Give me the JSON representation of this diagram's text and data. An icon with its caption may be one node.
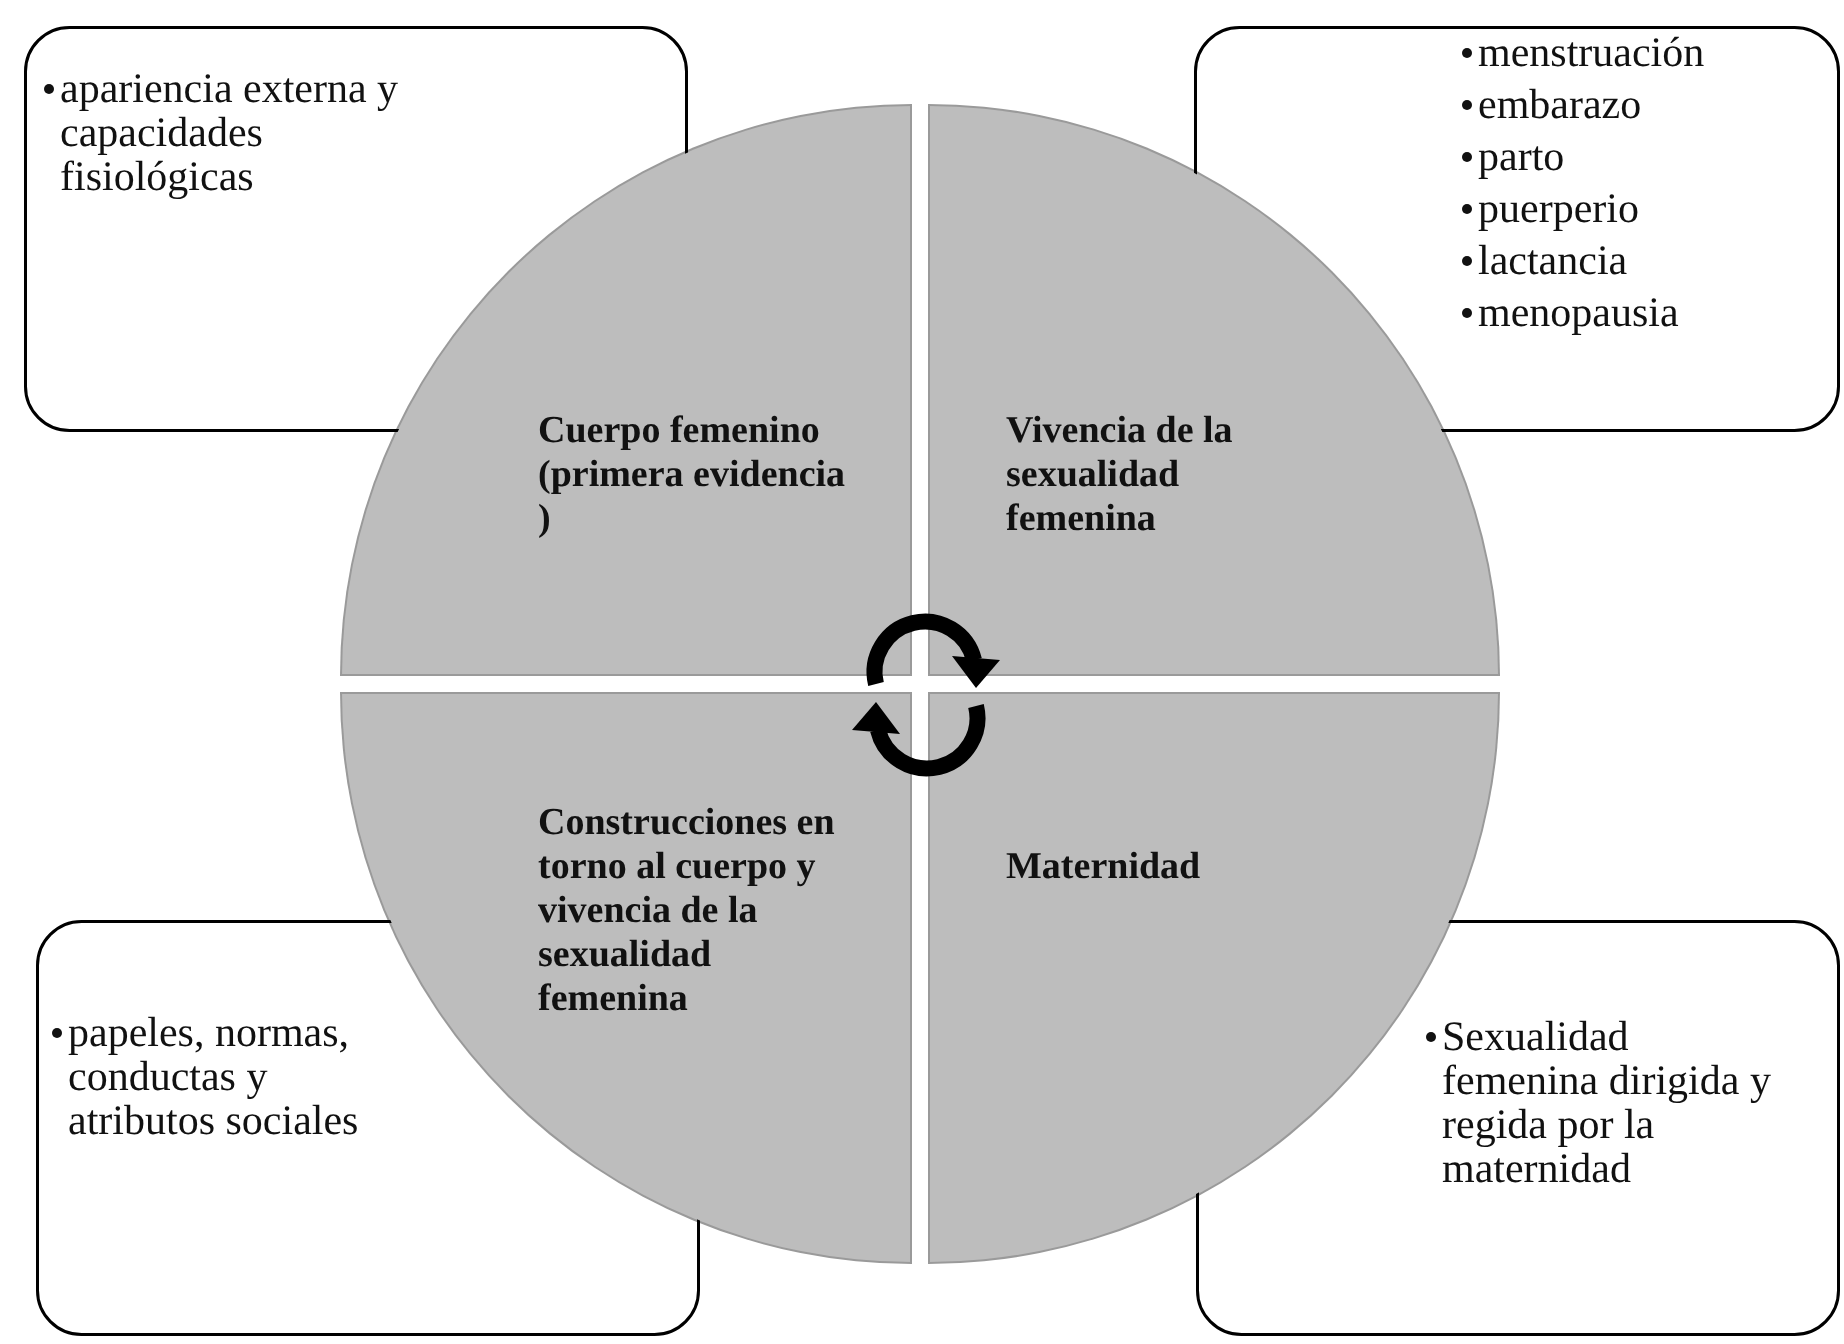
{
  "diagram": {
    "nodes": [
      {
        "text": [
          "apariencia externa y capacidades fisiológicas"
        ]
      },
      {
        "text": [
          "menstruación",
          "embarazo",
          "parto",
          "puerperio",
          "lactancia",
          "menopausia"
        ]
      },
      {
        "text": [
          "Cuerpo femenino (primera evidencia )"
        ]
      },
      {
        "text": [
          "Vivencia de la sexualidad femenina"
        ]
      },
      {
        "text": [
          "Construcciones en torno al cuerpo y vivencia de la sexualidad femenina"
        ]
      },
      {
        "text": [
          "Maternidad"
        ]
      },
      {
        "text": [
          "papeles, normas, conductas y atributos sociales"
        ]
      },
      {
        "text": [
          "Sexualidad femenina dirigida y regida por la maternidad"
        ]
      }
    ]
  }
}
